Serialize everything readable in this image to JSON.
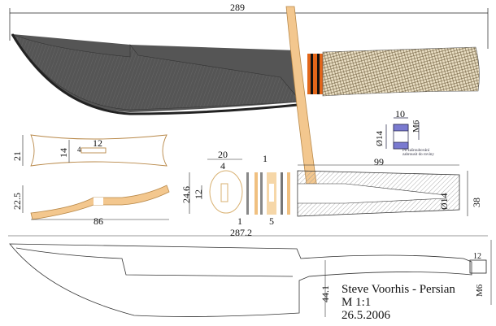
{
  "drawing": {
    "title_block": {
      "name": "Steve Voorhis - Persian",
      "scale": "M 1:1",
      "date": "26.5.2006"
    },
    "dimensions": {
      "overall_length": "289",
      "guard_height": "21",
      "guard_inner": "14",
      "guard_slot_width": "4",
      "guard_slot_length": "12",
      "guard_side_height": "22.5",
      "guard_length": "86",
      "spacer_width": "20",
      "spacer_slot_width": "4",
      "spacer_height": "24.6",
      "spacer_slot_height": "12",
      "spacer_thickness_a": "1",
      "spacer_thickness_b": "1",
      "spacer_stack": "5",
      "handle_length": "99",
      "handle_height": "38",
      "handle_bore": "Ø14",
      "blade_length": "287.2",
      "blade_height": "44.1",
      "nut_length": "12",
      "thread": "M6",
      "nut_length_detail": "10",
      "nut_diameter": "Ø14",
      "nut_thread": "M6"
    },
    "note": "Po zašroubování zabrousit do roviny",
    "colors": {
      "blade_dark": "#555555",
      "wood": "#e8b070",
      "handle": "#e8dcc0",
      "ferrule_orange": "#e2661a",
      "nut_blue": "#3a3ab0"
    }
  }
}
